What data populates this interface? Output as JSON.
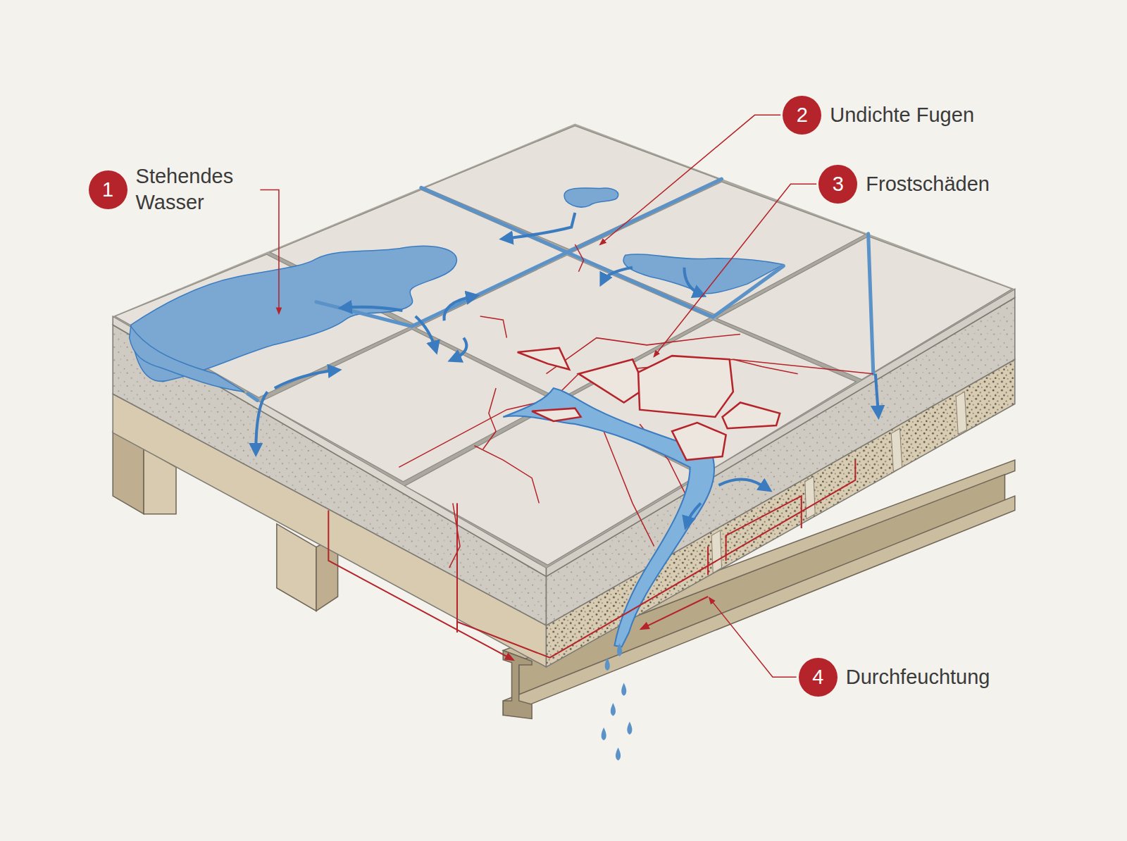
{
  "diagram": {
    "nodes": [
      {
        "text": [
          "1",
          "Stehendes Wasser"
        ]
      },
      {
        "text": [
          "2",
          "Undichte Fugen"
        ]
      },
      {
        "text": [
          "3",
          "Frostschäden"
        ]
      },
      {
        "text": [
          "4",
          "Durchfeuchtung"
        ]
      }
    ]
  }
}
